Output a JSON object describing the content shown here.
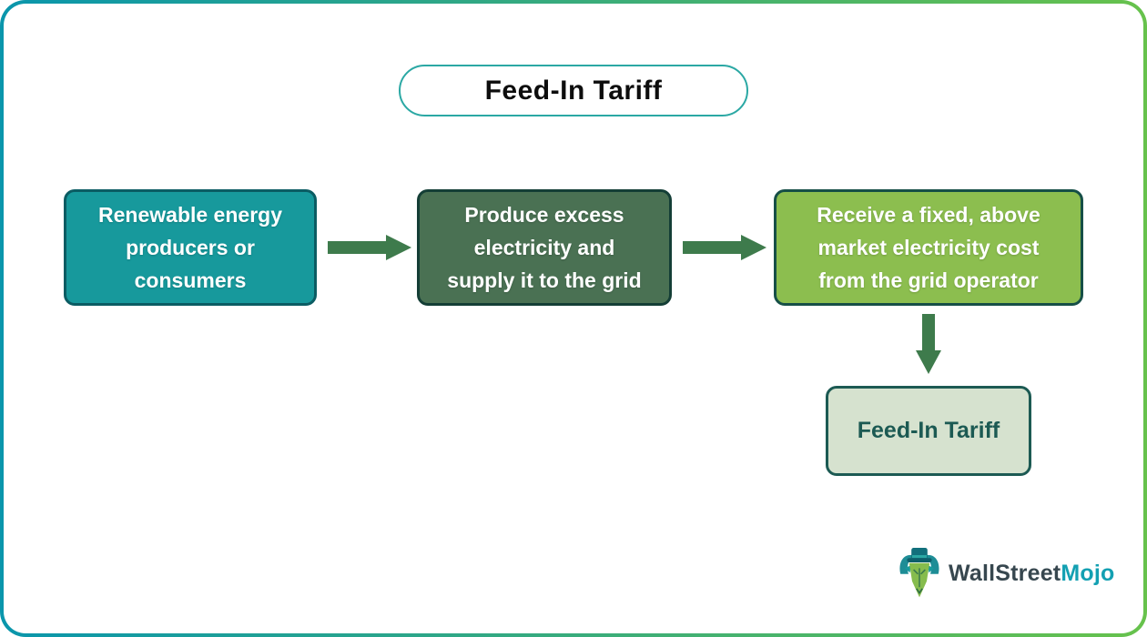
{
  "title": {
    "label": "Feed-In Tariff"
  },
  "flow": {
    "steps": [
      {
        "label": "Renewable energy\nproducers or\nconsumers"
      },
      {
        "label": "Produce excess\nelectricity and\nsupply it to the grid"
      },
      {
        "label": "Receive a fixed, above\nmarket electricity cost\nfrom the grid operator"
      }
    ],
    "result": {
      "label": "Feed-In Tariff"
    }
  },
  "brand": {
    "primary": "WallStreet",
    "secondary": "Mojo",
    "logo": "bull-with-top-hat-icon"
  },
  "icons": {
    "arrows": "solid-block-arrow"
  },
  "colors": {
    "frame_start": "#0A96AC",
    "frame_end": "#67C24C",
    "title_border": "#2BA8A4",
    "title_text": "#0D0D0D",
    "step1_fill": "#17999C",
    "step1_border": "#0B5C63",
    "step2_fill": "#4A7153",
    "step2_border": "#143E36",
    "step3_fill": "#8CBE4F",
    "step3_border": "#164F47",
    "step_text": "#FFFFFF",
    "result_fill": "#D6E2CF",
    "result_border": "#1C5A53",
    "result_text": "#1C5A53",
    "arrow": "#3E7B4C",
    "brand_primary": "#37474F",
    "brand_secondary": "#13A0B2"
  }
}
